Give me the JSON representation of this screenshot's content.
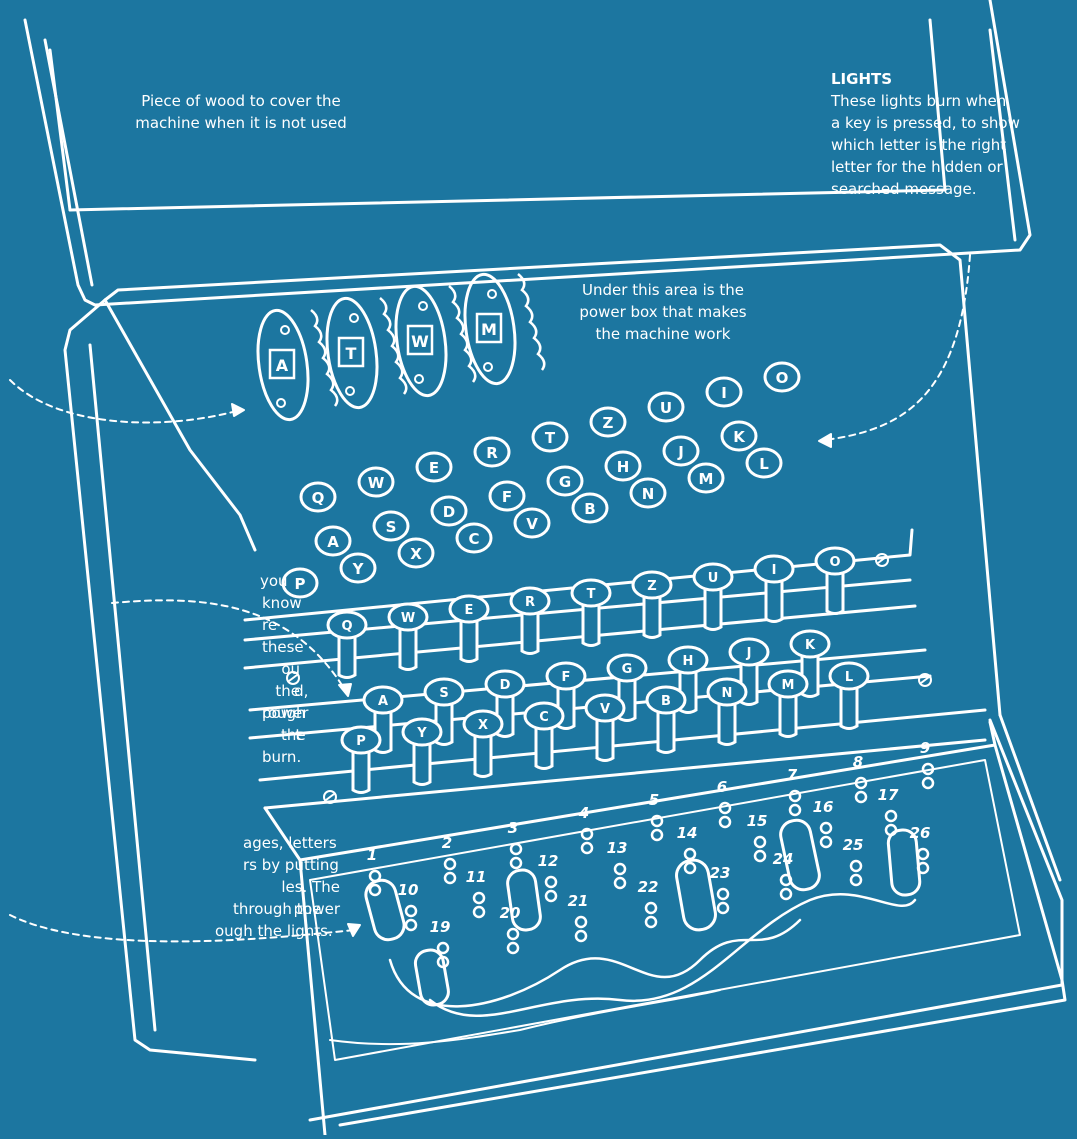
{
  "colors": {
    "background": "#1c76a0",
    "line": "#ffffff"
  },
  "labels": {
    "cover": [
      "Piece of wood to cover the",
      "machine when it is not used"
    ],
    "lights_title": "LIGHTS",
    "lights": [
      "These lights burn when",
      "a key is pressed, to show",
      "which letter is the right",
      "letter for the hidden or",
      "searched message."
    ],
    "power": [
      "Under this area is the",
      "power box that makes",
      "the machine work"
    ],
    "keys": [
      "you",
      "know",
      "re",
      "these",
      "ou the",
      "d, power",
      "rough the",
      "t burn."
    ],
    "plugboard": [
      "ages, letters",
      "rs by putting",
      "les. The power",
      "through the",
      "ough the lights."
    ]
  },
  "rotors": [
    "A",
    "T",
    "W",
    "M"
  ],
  "lamp_rows": [
    [
      "Q",
      "W",
      "E",
      "R",
      "T",
      "Z",
      "U",
      "I",
      "O"
    ],
    [
      "A",
      "S",
      "D",
      "F",
      "G",
      "H",
      "J",
      "K"
    ],
    [
      "P",
      "Y",
      "X",
      "C",
      "V",
      "B",
      "N",
      "M",
      "L"
    ]
  ],
  "key_rows": [
    [
      "Q",
      "W",
      "E",
      "R",
      "T",
      "Z",
      "U",
      "I",
      "O"
    ],
    [
      "A",
      "S",
      "D",
      "F",
      "G",
      "H",
      "J",
      "K"
    ],
    [
      "P",
      "Y",
      "X",
      "C",
      "V",
      "B",
      "N",
      "M",
      "L"
    ]
  ],
  "plugboard_numbers": [
    "1",
    "2",
    "3",
    "4",
    "5",
    "6",
    "7",
    "8",
    "9",
    "10",
    "11",
    "12",
    "13",
    "14",
    "15",
    "16",
    "17",
    "19",
    "20",
    "21",
    "22",
    "23",
    "24",
    "25",
    "26"
  ]
}
